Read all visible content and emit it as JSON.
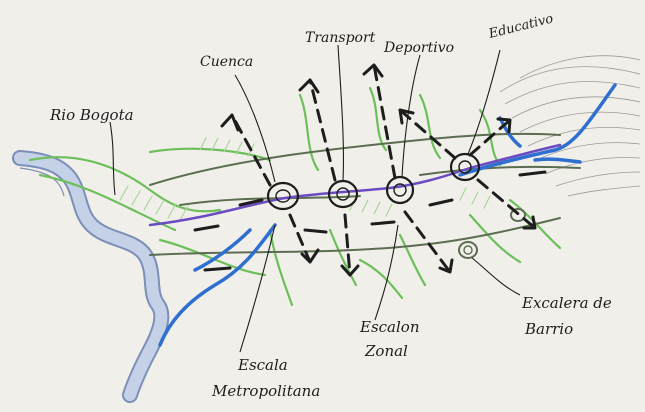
{
  "labels": {
    "rio": "Rio Bogota",
    "cuenca": "Cuenca",
    "transporte": "Transport",
    "deportivo": "Deportivo",
    "educativo": "Educativo",
    "escala_line1": "Escala",
    "escala_line2": "Metropolitana",
    "escalon_line1": "Escalon",
    "escalon_line2": "Zonal",
    "excalera_line1": "Excalera de",
    "excalera_line2": "Barrio"
  },
  "colors": {
    "paper": "#f1efea",
    "ink": "#1d1d1d",
    "river_fill": "#c5d1e6",
    "river_edge": "#7b8fb8",
    "green": "#6cbf5a",
    "green_light": "#a9d79a",
    "blue": "#2f6fd0",
    "purple": "#6b4bc1",
    "olive": "#5c6e52",
    "topo": "#9a9a9a"
  }
}
